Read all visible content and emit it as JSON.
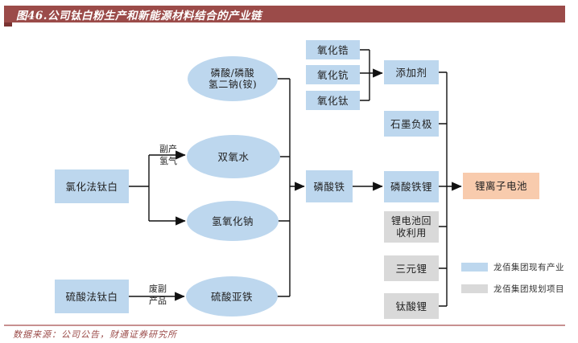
{
  "header": {
    "title": "图46.公司钛白粉生产和新能源材料结合的产业链"
  },
  "diagram": {
    "nodes": {
      "chlorination": {
        "label": "氯化法钛白"
      },
      "sulfate": {
        "label": "硫酸法钛白"
      },
      "phosphate": {
        "lines": [
          "磷酸/磷酸",
          "氢二钠(铵)"
        ]
      },
      "h2o2": {
        "label": "双氧水"
      },
      "naoh": {
        "label": "氢氧化钠"
      },
      "feso4": {
        "label": "硫酸亚铁"
      },
      "zro2": {
        "label": "氧化锆"
      },
      "sc2o3": {
        "label": "氧化钪"
      },
      "tio2": {
        "label": "氧化钛"
      },
      "fepo4": {
        "label": "磷酸铁"
      },
      "additive": {
        "label": "添加剂"
      },
      "graphite": {
        "label": "石墨负极"
      },
      "lfp": {
        "label": "磷酸铁锂"
      },
      "recycle": {
        "lines": [
          "锂电池回",
          "收利用"
        ]
      },
      "ternary": {
        "label": "三元锂"
      },
      "lto": {
        "label": "钛酸锂"
      },
      "battery": {
        "label": "锂离子电池"
      }
    },
    "edge_labels": {
      "byproduct_h2": {
        "lines": [
          "副产",
          "氢气"
        ]
      },
      "waste": {
        "lines": [
          "废副",
          "产品"
        ]
      }
    }
  },
  "legend": {
    "items": [
      {
        "label": "龙佰集团现有产业",
        "color": "#BDD7EE"
      },
      {
        "label": "龙佰集团规划项目",
        "color": "#D9D9D9"
      }
    ]
  },
  "footer": {
    "source": "数据来源：公司公告，财通证券研究所"
  },
  "colors": {
    "existing_industry": "#BDD7EE",
    "planned_project": "#D9D9D9",
    "battery_highlight": "#F8CBAD",
    "title_bar": "#9B4B49",
    "connector": "#111111"
  }
}
